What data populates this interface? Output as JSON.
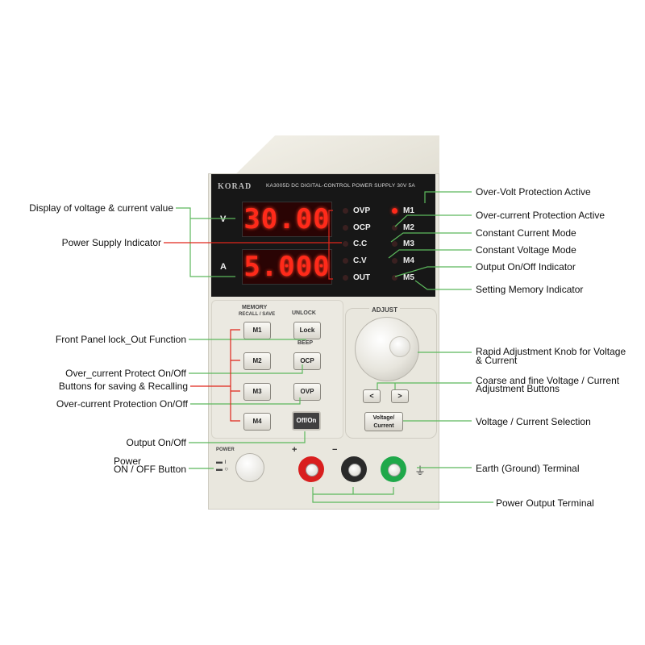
{
  "device": {
    "brand": "KORAD",
    "model_text": "KA3005D  DC  DIGITAL-CONTROL  POWER SUPPLY  30V 5A",
    "voltage_unit": "V",
    "current_unit": "A",
    "voltage_display": "30.00",
    "current_display": "5.000",
    "indicators": [
      "OVP",
      "OCP",
      "C.C",
      "C.V",
      "OUT"
    ],
    "memory_indicators": [
      "M1",
      "M2",
      "M3",
      "M4",
      "M5"
    ],
    "memory_title": "MEMORY",
    "memory_subtitle": "RECALL / SAVE",
    "unlock_label": "UNLOCK",
    "beep_label": "BEEP",
    "adjust_label": "ADJUST",
    "buttons": {
      "m1": "M1",
      "m2": "M2",
      "m3": "M3",
      "m4": "M4",
      "lock": "Lock",
      "ocp": "OCP",
      "ovp": "OVP",
      "offon": "Off/On",
      "left": "<",
      "right": ">",
      "vc_line1": "Voltage/",
      "vc_line2": "Current"
    },
    "power_label": "POWER",
    "plus_label": "+",
    "minus_label": "−",
    "ground_symbol": "⏚"
  },
  "labels_left": {
    "display": "Display of voltage & current value",
    "power_indicator": "Power Supply Indicator",
    "front_lock": "Front Panel lock_Out Function",
    "ocp_toggle": "Over_current Protect On/Off",
    "memory_buttons": "Buttons for saving & Recalling",
    "ocp_onoff": "Over-current Protection On/Off",
    "output_onoff": "Output On/Off",
    "power_line1": "Power",
    "power_line2": "ON / OFF Button"
  },
  "labels_right": {
    "ovp_active": "Over-Volt Protection Active",
    "ocp_active": "Over-current Protection Active",
    "cc_mode": "Constant Current Mode",
    "cv_mode": "Constant Voltage Mode",
    "out_indicator": "Output On/Off Indicator",
    "memory_indicator": "Setting Memory Indicator",
    "knob_line1": "Rapid Adjustment Knob for Voltage",
    "knob_line2": "& Current",
    "buttons_line1": "Coarse and fine Voltage / Current",
    "buttons_line2": "Adjustment Buttons",
    "vc_selection": "Voltage / Current Selection",
    "earth": "Earth (Ground) Terminal",
    "power_output": "Power Output Terminal"
  },
  "colors": {
    "display_red": "#ff2a1a",
    "line_green": "#5cb85c",
    "line_red": "#e0261b",
    "terminal_red": "#d91f1f",
    "terminal_black": "#2a2a2a",
    "terminal_green": "#1fa84a"
  }
}
